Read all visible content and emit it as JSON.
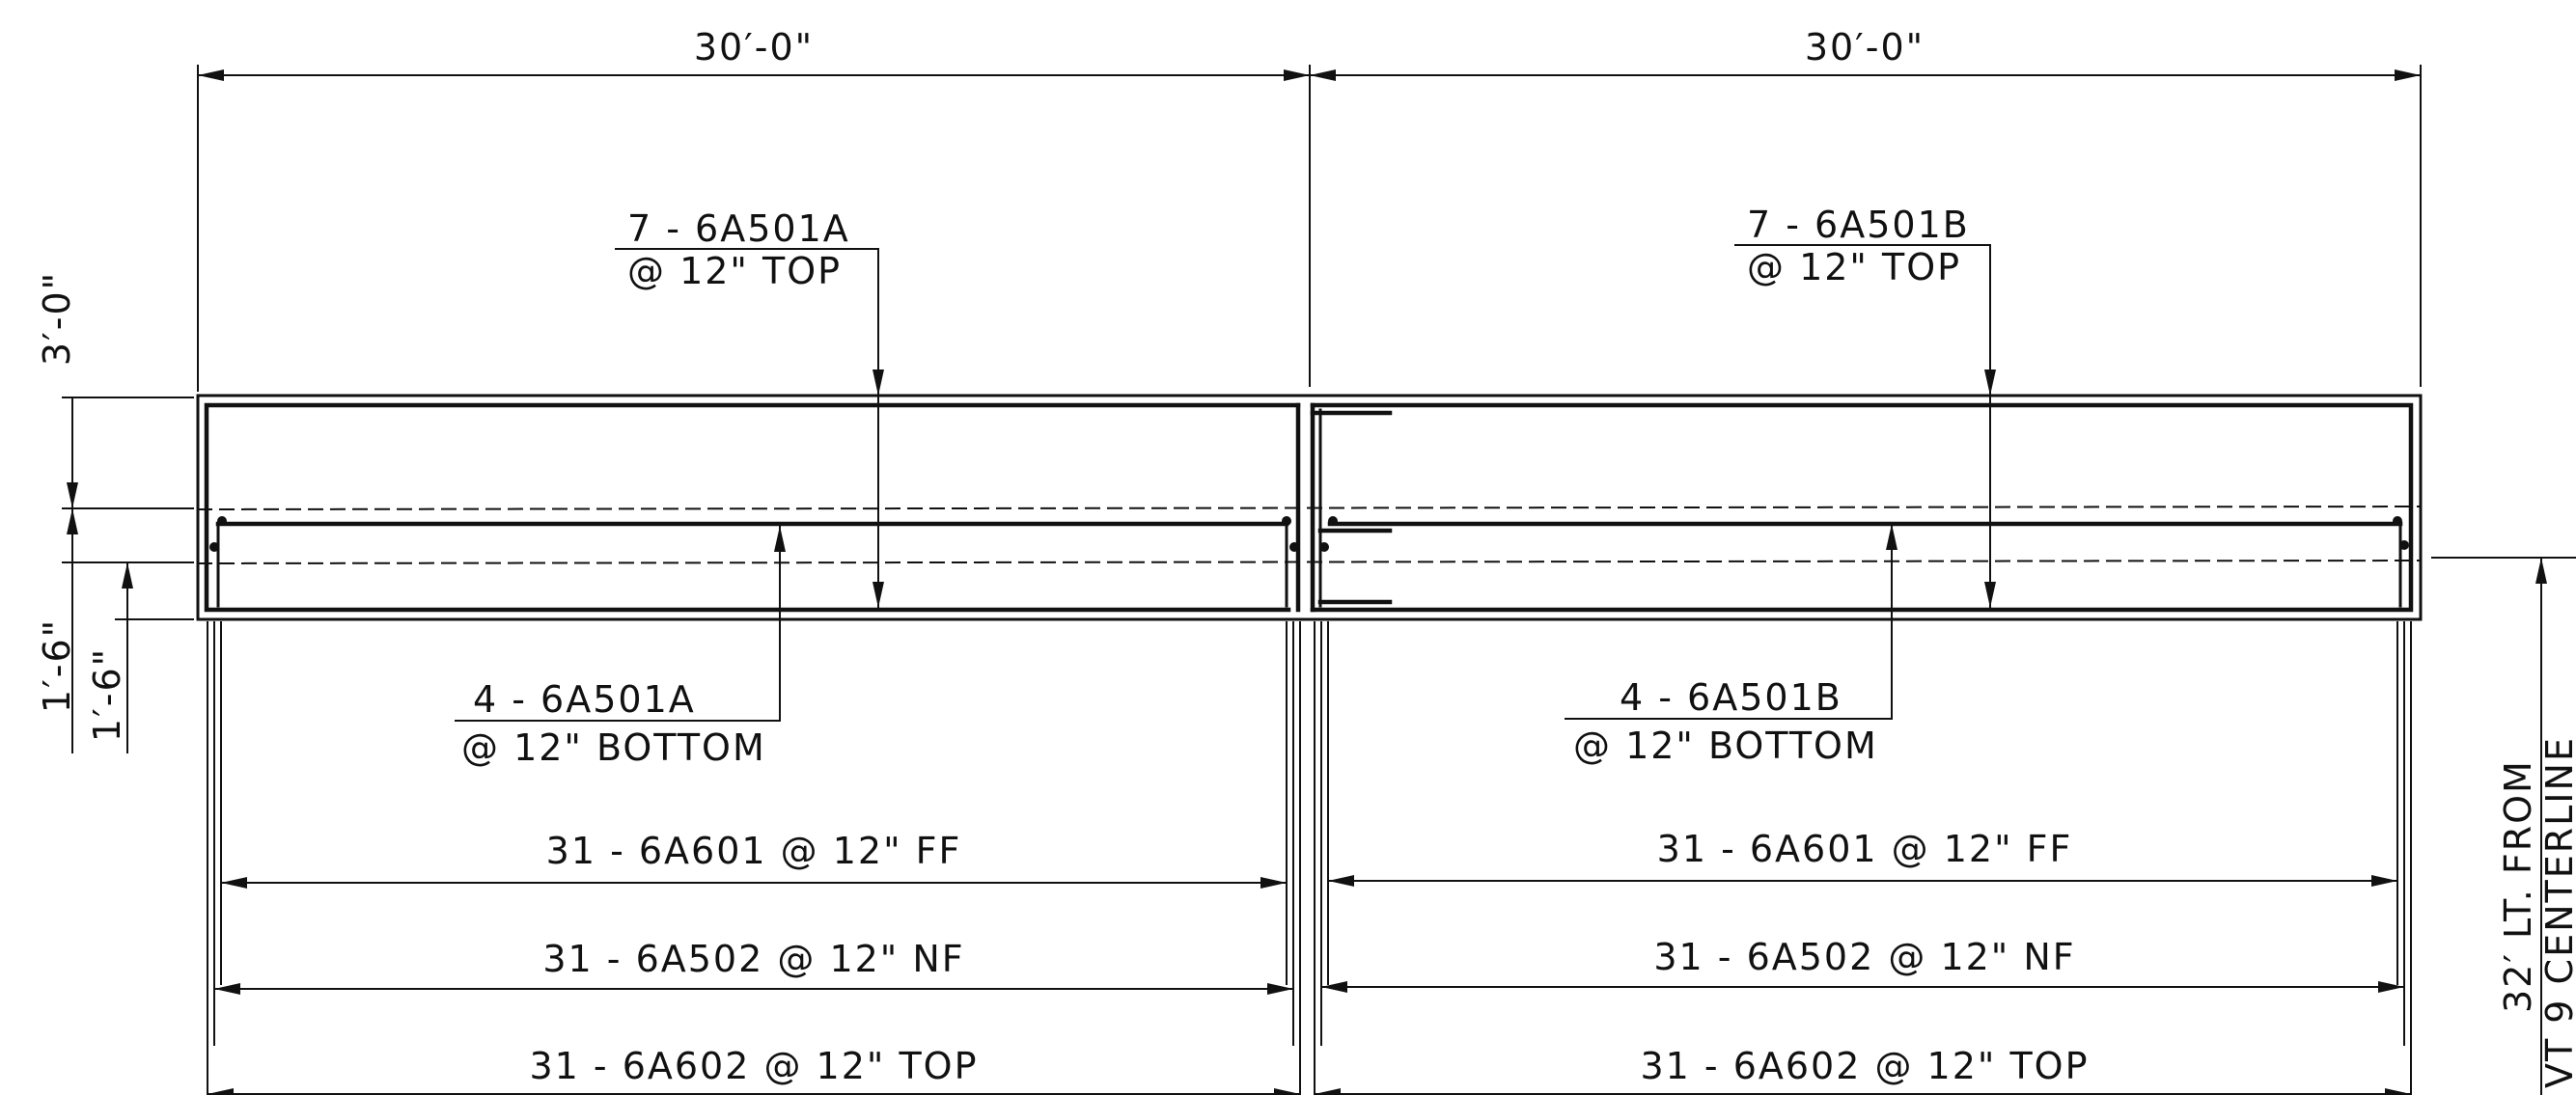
{
  "dimensions": {
    "span_left": "30′-0\"",
    "span_right": "30′-0\"",
    "height_top": "3′-0\"",
    "height_mid": "1′-6\"",
    "height_bottom": "1′-6\""
  },
  "callouts": {
    "top_left_line1": "7 - 6A501A",
    "top_left_line2": "@ 12\" TOP",
    "top_right_line1": "7 - 6A501B",
    "top_right_line2": "@ 12\" TOP",
    "bottom_left_line1": "4 - 6A501A",
    "bottom_left_line2": "@ 12\" BOTTOM",
    "bottom_right_line1": "4 - 6A501B",
    "bottom_right_line2": "@ 12\" BOTTOM"
  },
  "rebar_rows": {
    "ff_left": "31 - 6A601 @ 12\" FF",
    "ff_right": "31 - 6A601 @ 12\" FF",
    "nf_left": "31 - 6A502 @ 12\" NF",
    "nf_right": "31 - 6A502 @ 12\" NF",
    "top_left": "31 - 6A602 @ 12\" TOP",
    "top_right": "31 - 6A602 @ 12\" TOP"
  },
  "side_note": {
    "line1": "32′ LT. FROM",
    "line2": "VT 9 CENTERLINE"
  }
}
